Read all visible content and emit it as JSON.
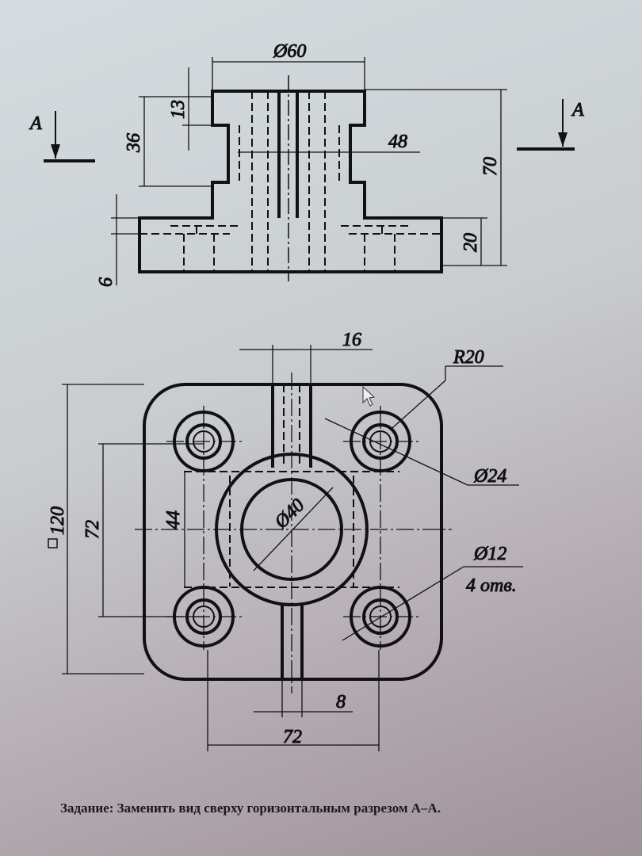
{
  "front_view": {
    "dia60": "Ø60",
    "dim13": "13",
    "dim36": "36",
    "dim48": "48",
    "dim70": "70",
    "dim20": "20",
    "dim6": "6",
    "section_left": "A",
    "section_right": "A"
  },
  "top_view": {
    "dim16": "16",
    "r20": "R20",
    "dia24": "Ø24",
    "sq120": "120",
    "dim72v": "72",
    "dim44": "44",
    "dia40": "Ø40",
    "dia12": "Ø12",
    "holes": "4 отв.",
    "dim8": "8",
    "dim72h": "72"
  },
  "caption": "Задание: Заменить вид сверху горизонтальным разрезом А–А."
}
